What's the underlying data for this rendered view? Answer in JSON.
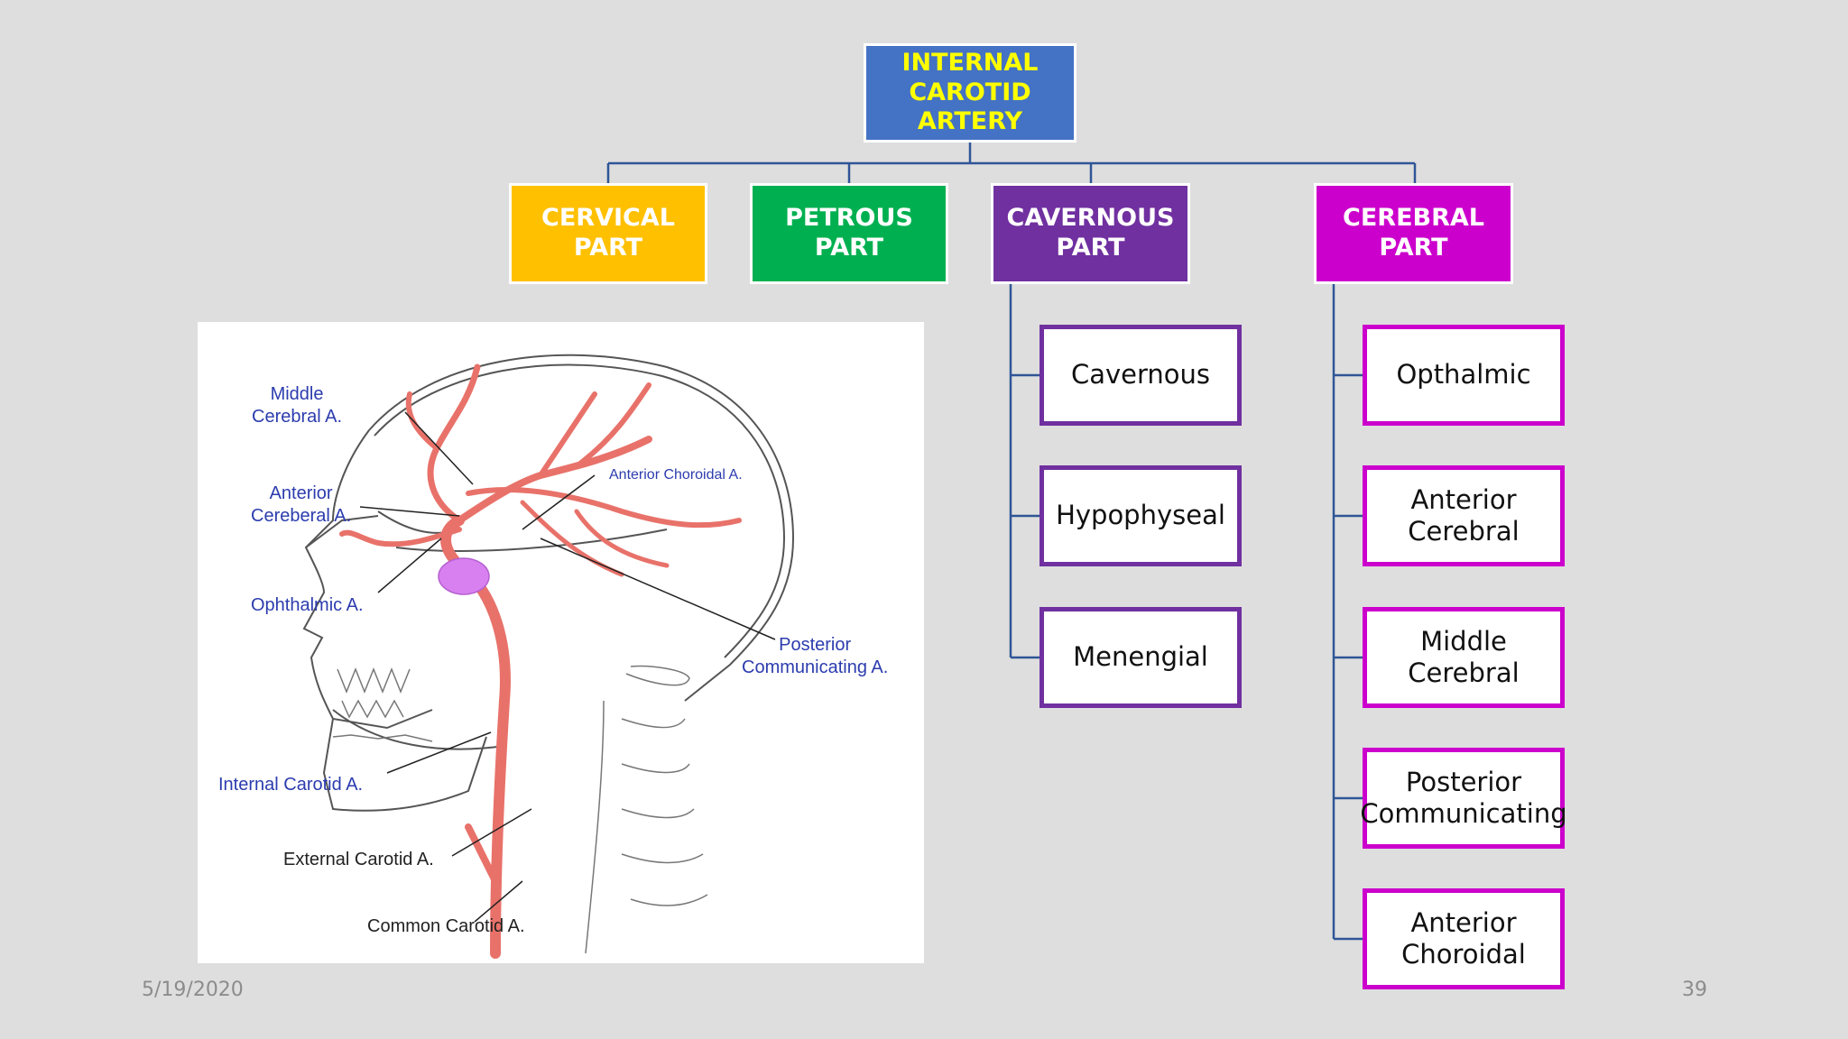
{
  "colors": {
    "background": "#dedede",
    "root_fill": "#4472c4",
    "root_text": "#ffff00",
    "cervical": "#ffc000",
    "petrous": "#00b050",
    "cavernous": "#7030a0",
    "cerebral": "#cc00cc",
    "connector": "#2f5597",
    "artery": "#f08078",
    "sinus": "#d880f0"
  },
  "root": {
    "line1": "INTERNAL",
    "line2": "CAROTID ARTERY"
  },
  "parts": {
    "cervical": {
      "line1": "CERVICAL PART"
    },
    "petrous": {
      "line1": "PETROUS PART"
    },
    "cavernous": {
      "line1": "CAVERNOUS",
      "line2": "PART"
    },
    "cerebral": {
      "line1": "CEREBRAL PART"
    }
  },
  "cavernous_branches": [
    {
      "line1": "Cavernous"
    },
    {
      "line1": "Hypophyseal"
    },
    {
      "line1": "Menengial"
    }
  ],
  "cerebral_branches": [
    {
      "line1": "Opthalmic"
    },
    {
      "line1": "Anterior",
      "line2": "Cerebral"
    },
    {
      "line1": "Middle Cerebral"
    },
    {
      "line1": "Posterior",
      "line2": "Communicating"
    },
    {
      "line1": "Anterior",
      "line2": "Choroidal"
    }
  ],
  "illustration": {
    "labels": {
      "middle_cerebral": [
        "Middle",
        "Cerebral A."
      ],
      "anterior_cerebral": [
        "Anterior",
        "Cereberal A."
      ],
      "ophthalmic": "Ophthalmic A.",
      "anterior_choroidal": "Anterior Choroidal A.",
      "posterior_communicating": [
        "Posterior",
        "Communicating A."
      ],
      "internal_carotid": "Internal Carotid A.",
      "external_carotid": "External Carotid A.",
      "common_carotid": "Common Carotid A."
    }
  },
  "footer": {
    "date": "5/19/2020",
    "page": "39"
  }
}
